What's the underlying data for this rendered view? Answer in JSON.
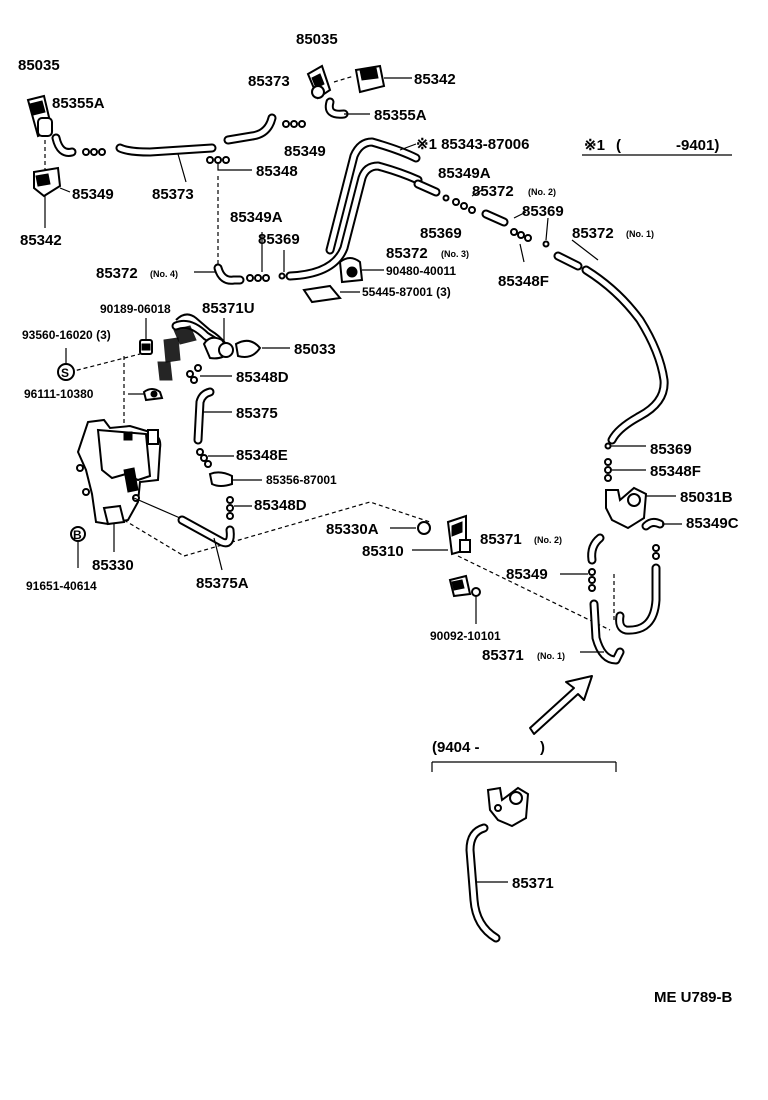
{
  "labels": {
    "l85035a": "85035",
    "l85355a1": "85355A",
    "l85349a1": "85349",
    "l85342a": "85342",
    "l85373a": "85373",
    "l85348a": "85348",
    "l85035b": "85035",
    "l85373b": "85373",
    "l85342b": "85342",
    "l85355a2": "85355A",
    "l85349b": "85349",
    "l85343": "※1 85343-87006",
    "l85349a2": "85349A",
    "l85372no2": "85372",
    "l85369a": "85369",
    "l85369b": "85369",
    "l85372no1": "85372",
    "l85348f1": "85348F",
    "l85372no3": "85372",
    "l90480": "90480-40011",
    "l55445": "55445-87001 (3)",
    "l85349a3": "85349A",
    "l85369c": "85369",
    "l85372no4": "85372",
    "l90189": "90189-06018",
    "l85371u": "85371U",
    "l93560": "93560-16020 (3)",
    "l85033": "85033",
    "l85348d1": "85348D",
    "l96111": "96111-10380",
    "l85375": "85375",
    "l85348e": "85348E",
    "l85356": "85356-87001",
    "l85348d2": "85348D",
    "l85330": "85330",
    "l91651": "91651-40614",
    "l85375a": "85375A",
    "l85330a": "85330A",
    "l85310": "85310",
    "l85371no2": "85371",
    "l85349c": "85349",
    "l90092": "90092-10101",
    "l85371no1": "85371",
    "l85369d": "85369",
    "l85348f2": "85348F",
    "l85031b": "85031B",
    "l85349cc": "85349C",
    "l85371": "85371"
  },
  "qualifiers": {
    "no1a": "(No. 1)",
    "no2a": "(No. 2)",
    "no3": "(No. 3)",
    "no4": "(No. 4)",
    "no2b": "(No. 2)",
    "no1b": "(No. 1)"
  },
  "note": {
    "mark": "※1",
    "open": "(",
    "range": "-9401)"
  },
  "inset": {
    "range": "(9404 -",
    "close": ")"
  },
  "symbols": {
    "s": "S",
    "b": "B"
  },
  "footer": {
    "code": "ME U789-B"
  }
}
